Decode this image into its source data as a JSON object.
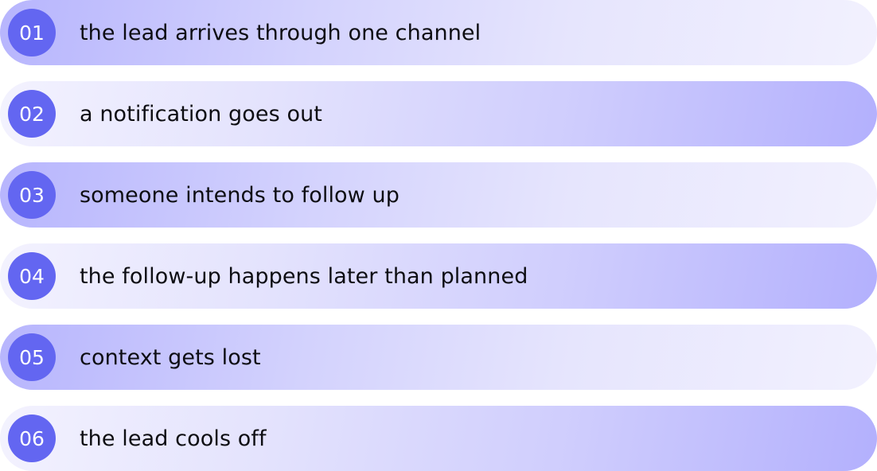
{
  "steps": [
    {
      "number": "01",
      "label": "the lead arrives through one channel"
    },
    {
      "number": "02",
      "label": "a notification goes out"
    },
    {
      "number": "03",
      "label": "someone intends to follow up"
    },
    {
      "number": "04",
      "label": "the follow-up happens later than planned"
    },
    {
      "number": "05",
      "label": "context gets lost"
    },
    {
      "number": "06",
      "label": "the lead cools off"
    }
  ],
  "colors": {
    "badge": "#6366f1",
    "gradient_dark": "#b3b0fd",
    "gradient_light": "#f2f1fe",
    "text": "#0d0d12"
  }
}
